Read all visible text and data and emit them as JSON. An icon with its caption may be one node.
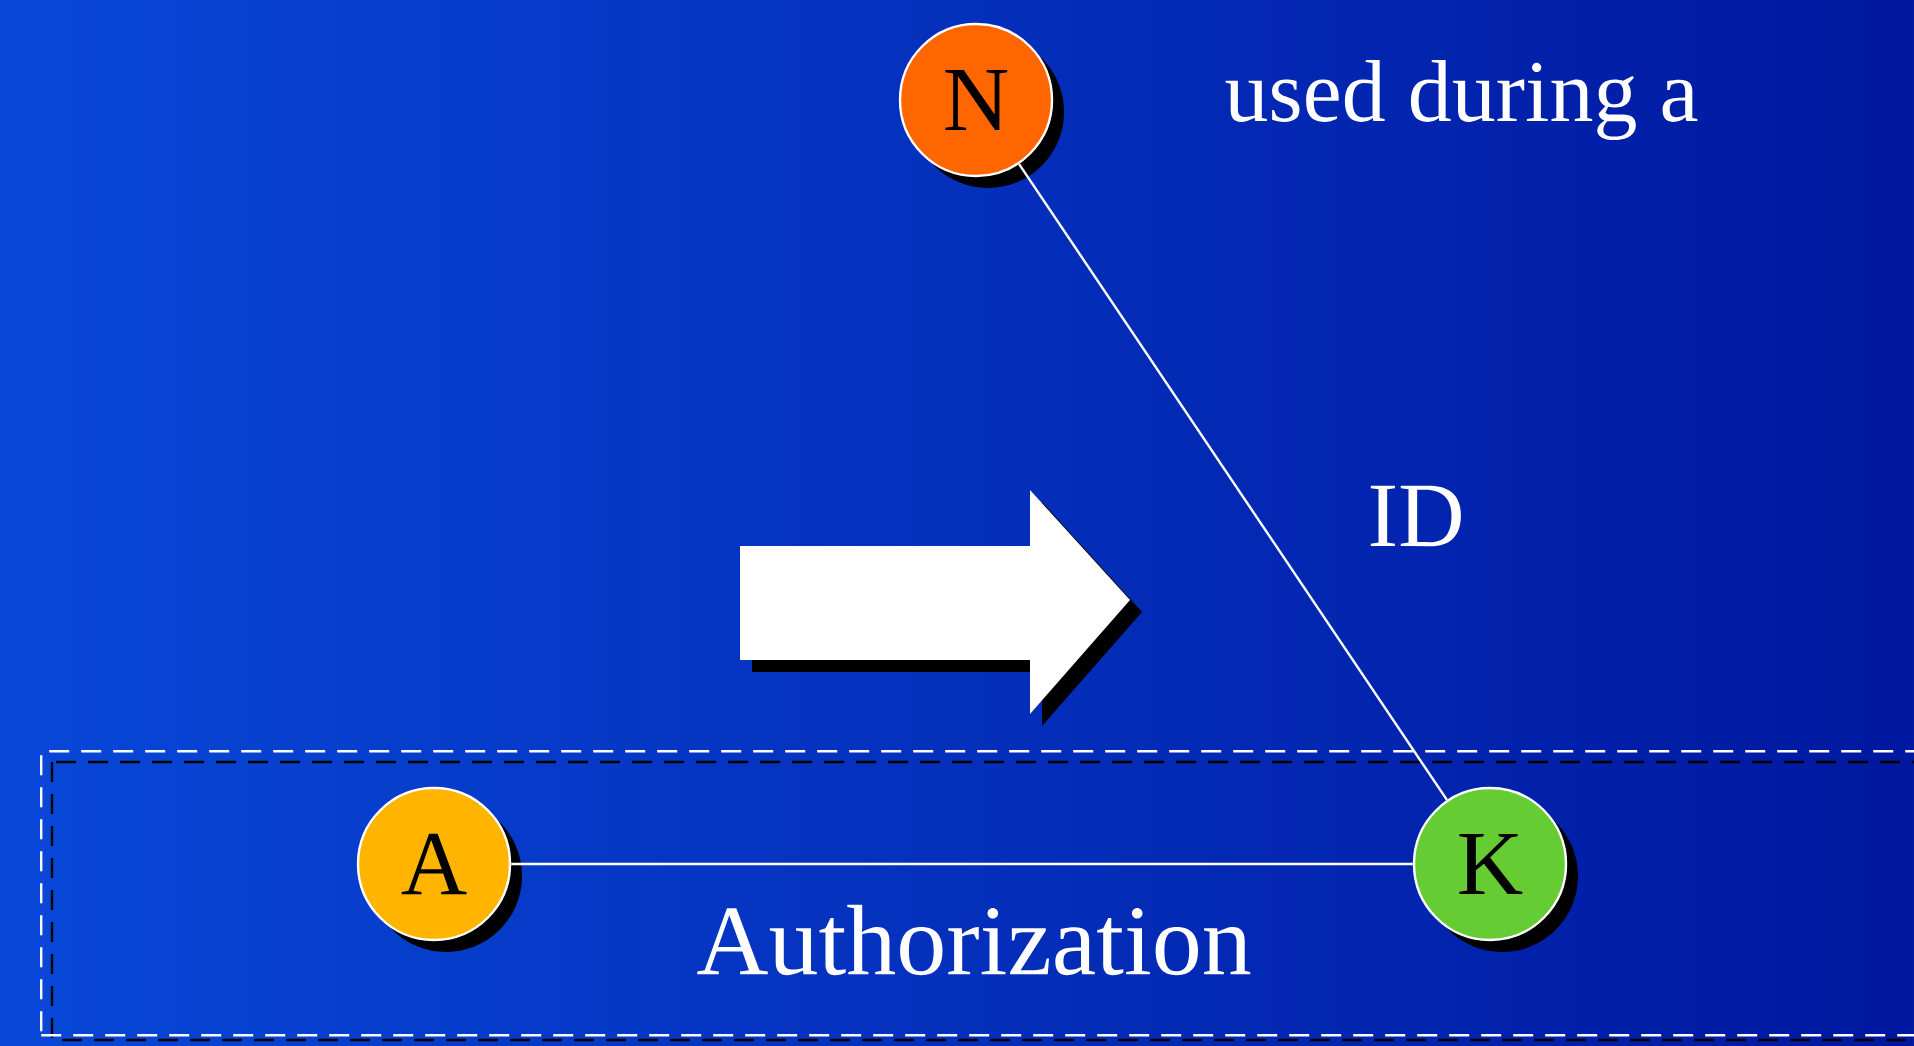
{
  "diagram": {
    "nodes": [
      {
        "text": [
          "Authorization"
        ]
      },
      {
        "text": [
          "N"
        ]
      },
      {
        "text": [
          "A"
        ],
        "in": 0
      },
      {
        "text": [
          "K"
        ],
        "in": 0
      }
    ],
    "edges": [
      {
        "from": 1,
        "to": 3,
        "arrow": "none"
      },
      {
        "from": 2,
        "to": 3,
        "arrow": "none"
      }
    ],
    "labels": [
      "used during a",
      "ID"
    ]
  }
}
